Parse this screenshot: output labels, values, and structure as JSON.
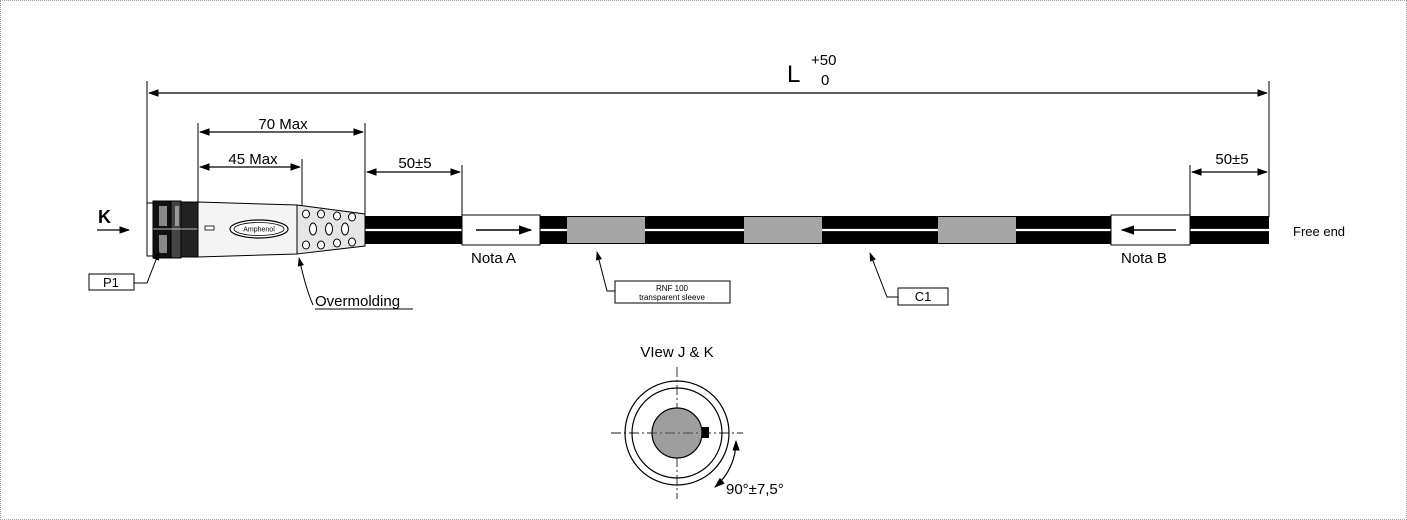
{
  "dimensions": {
    "length": "L",
    "length_tol_upper": "+50",
    "length_tol_lower": "0",
    "max_70": "70 Max",
    "max_45": "45 Max",
    "offset_left": "50±5",
    "offset_right": "50±5"
  },
  "labels": {
    "view_arrow": "K",
    "p1": "P1",
    "overmolding": "Overmolding",
    "brand": "Amphenol",
    "nota_a": "Nota A",
    "nota_b": "Nota B",
    "sleeve_line1": "RNF 100",
    "sleeve_line2": "transparent sleeve",
    "c1": "C1",
    "free_end": "Free end",
    "view_title": "VIew J & K",
    "angle": "90°±7,5°"
  }
}
